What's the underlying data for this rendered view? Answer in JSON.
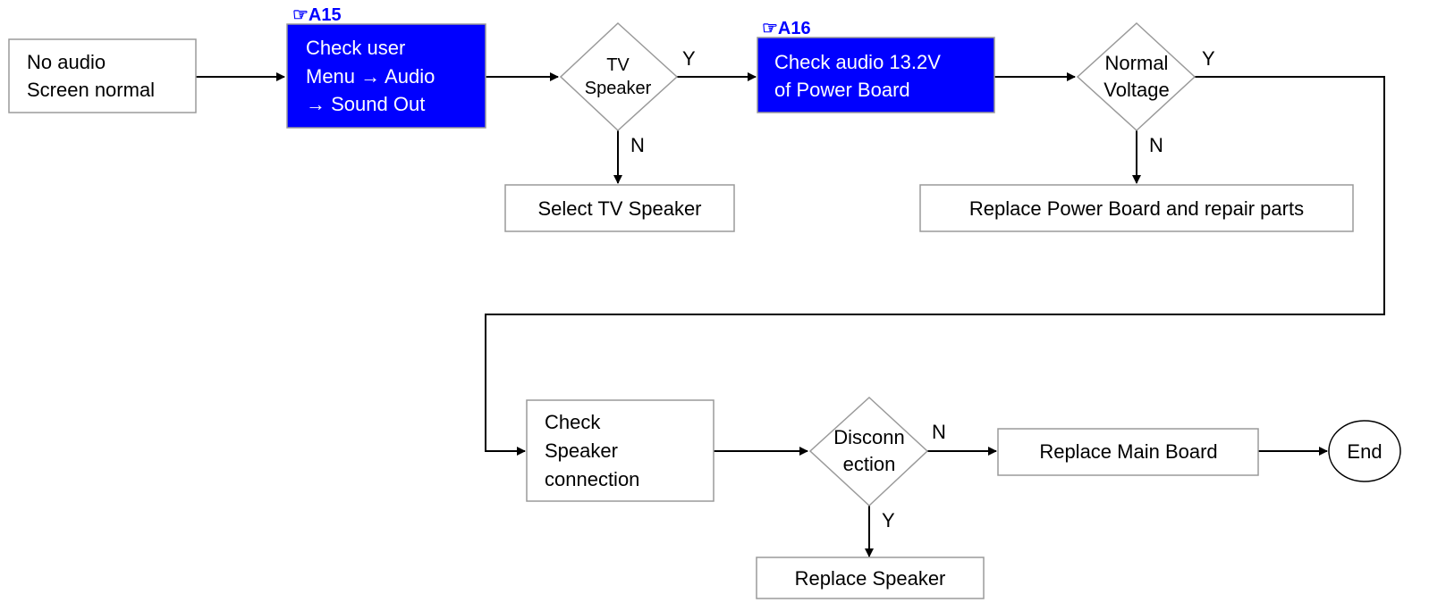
{
  "nodes": {
    "start": {
      "lines": [
        "No audio",
        "Screen normal"
      ]
    },
    "check_menu": {
      "ref": "☞A15",
      "lines": [
        "Check user",
        "Menu → Audio",
        "→ Sound Out"
      ]
    },
    "tv_speaker": {
      "lines": [
        "TV",
        "Speaker"
      ]
    },
    "select_tv_speaker": {
      "lines": [
        "Select TV Speaker"
      ]
    },
    "check_audio_voltage": {
      "ref": "☞A16",
      "lines": [
        "Check audio 13.2V",
        "of Power Board"
      ]
    },
    "normal_voltage": {
      "lines": [
        "Normal",
        "Voltage"
      ]
    },
    "replace_power_board": {
      "lines": [
        "Replace Power Board and repair parts"
      ]
    },
    "check_speaker_connection": {
      "lines": [
        "Check",
        "Speaker",
        "connection"
      ]
    },
    "disconnection": {
      "lines": [
        "Disconn",
        "ection"
      ]
    },
    "replace_speaker": {
      "lines": [
        "Replace Speaker"
      ]
    },
    "replace_main_board": {
      "lines": [
        "Replace Main Board"
      ]
    },
    "end": {
      "lines": [
        "End"
      ]
    }
  },
  "edge_labels": {
    "tv_speaker_yes": "Y",
    "tv_speaker_no": "N",
    "normal_voltage_yes": "Y",
    "normal_voltage_no": "N",
    "disconnection_no": "N",
    "disconnection_yes": "Y"
  },
  "colors": {
    "highlight_box": "#0000ff",
    "box_border": "#9a9a9a",
    "connector": "#000000",
    "reference_text": "#0000ff"
  }
}
